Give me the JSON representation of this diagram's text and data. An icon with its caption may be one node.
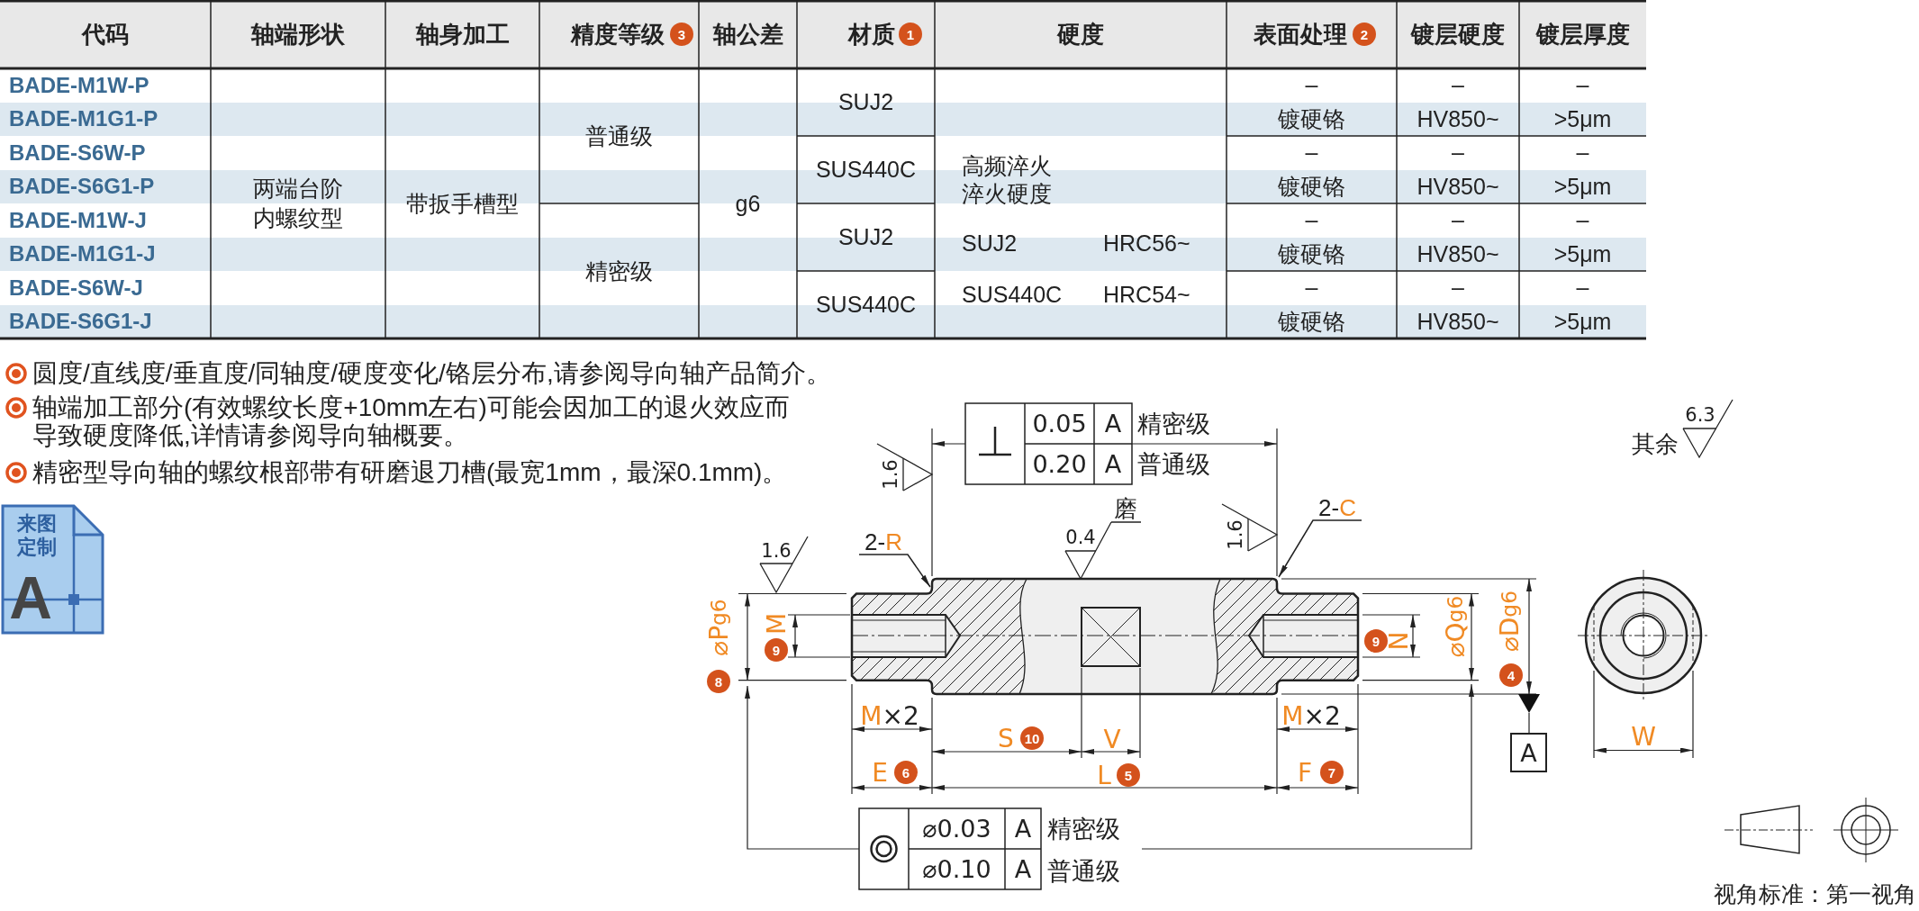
{
  "diagram": {
    "nodes": [
      {
        "text": [],
        "shape": "picture"
      },
      {
        "text": [
          "2-R"
        ]
      },
      {
        "text": [
          "2-C"
        ]
      }
    ],
    "edges": [
      {
        "from": 1,
        "to": 0,
        "arrow": "to"
      },
      {
        "from": 2,
        "to": 0,
        "arrow": "to"
      }
    ],
    "labels": [
      "代码",
      "轴端形状",
      "轴身加工",
      "精度等级",
      "3",
      "轴公差",
      "材质",
      "1",
      "硬度",
      "表面处理",
      "2",
      "镀层硬度",
      "镀层厚度",
      "BADE-M1W-P",
      "–",
      "–",
      "–",
      "SUJ2",
      "BADE-M1G1-P",
      "镀硬铬",
      "HV850~",
      ">5μm",
      "普通级",
      "高频淬火",
      "BADE-S6W-P",
      "–",
      "–",
      "–",
      "SUS440C",
      "BADE-S6G1-P",
      "淬火硬度",
      "镀硬铬",
      "HV850~",
      ">5μm",
      "两端台阶内螺纹型",
      "带扳手槽型",
      "g6",
      "BADE-M1W-J",
      "–",
      "–",
      "–",
      "SUJ2",
      "SUJ2",
      "HRC56~",
      "精密级",
      "BADE-M1G1-J",
      "镀硬铬",
      "HV850~",
      ">5μm",
      "BADE-S6W-J",
      "–",
      "–",
      "–",
      "SUS440C",
      "SUS440C",
      "HRC54~",
      "BADE-S6G1-J",
      "镀硬铬",
      "HV850~",
      ">5μm",
      "圆度/直线度/垂直度/同轴度/硬度变化/铬层分布,请参阅导向轴产品简介。",
      "轴端加工部分(有效螺纹长度+10mm左右)可能会因加工的退火效应而导致硬度降低,详情请参阅导向轴概要。",
      "精密型导向轴的螺纹根部带有研磨退刀槽(最宽1mm，最深0.1mm)。",
      "来图定制",
      "A",
      "0.05",
      "A",
      "精密级",
      "1.6",
      "0.20",
      "A",
      "普通级",
      "磨",
      "1.6",
      "0.4",
      "1.6",
      "8",
      "⌀P$_{g6}$",
      "9",
      "M",
      "9",
      "N",
      "⌀Q$_{g6}$",
      "4",
      "⌀D$_{g6}$",
      "M×2",
      "M×2",
      "S",
      "10",
      "V",
      "E",
      "6",
      "L",
      "5",
      "F",
      "7",
      "A",
      "W",
      "6.3",
      "其余",
      "⌀0.03",
      "A",
      "精密级",
      "⌀0.10",
      "A",
      "普通级",
      "视角标准：第一视角"
    ]
  }
}
